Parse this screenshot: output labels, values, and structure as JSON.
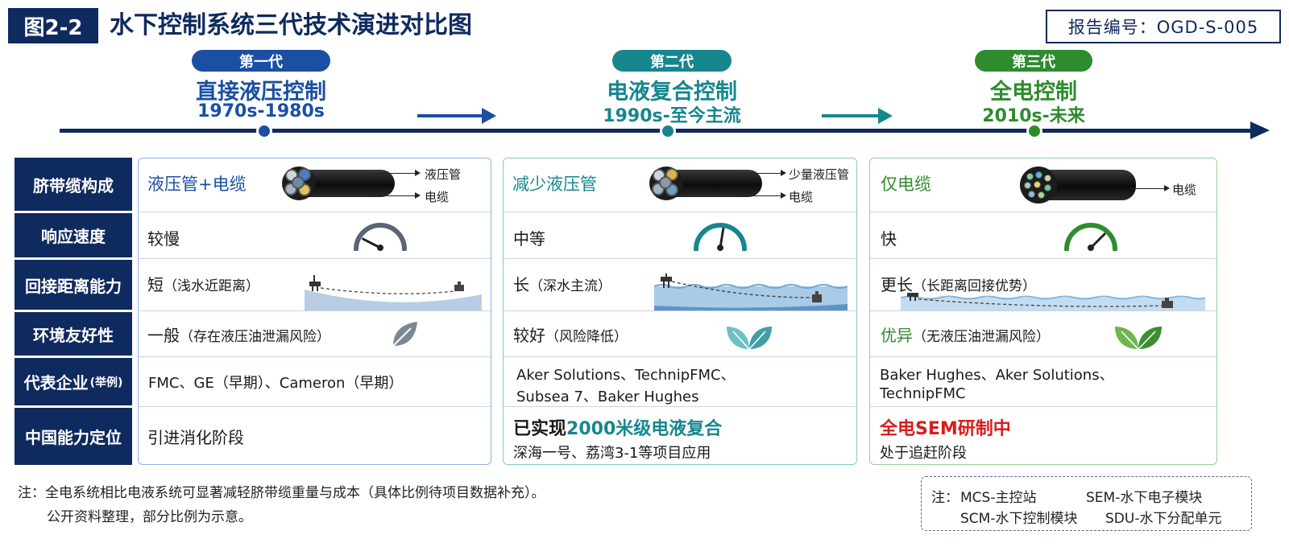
{
  "header": {
    "figure_label": "图2-2",
    "title": "水下控制系统三代技术演进对比图",
    "report_number": "报告编号：OGD-S-005"
  },
  "generations": [
    {
      "badge": "第一代",
      "name": "直接液压控制",
      "years": "1970s-1980s",
      "color": "#1a4fa3"
    },
    {
      "badge": "第二代",
      "name": "电液复合控制",
      "years": "1990s-至今主流",
      "color": "#17868f"
    },
    {
      "badge": "第三代",
      "name": "全电控制",
      "years": "2010s-未来",
      "color": "#2e8b2e"
    }
  ],
  "row_labels": {
    "umbilical": "脐带缆构成",
    "response": "响应速度",
    "tieback": "回接距离能力",
    "environment": "环境友好性",
    "companies": "代表企业",
    "companies_suffix": "(举例)",
    "china": "中国能力定位"
  },
  "columns": [
    {
      "umbilical_lead": "液压管+电缆",
      "umbilical_callouts": [
        "液压管",
        "电缆"
      ],
      "response": "较慢",
      "response_level": 0.15,
      "tieback_lead": "短",
      "tieback_note": "（浅水近距离）",
      "environment_lead": "一般",
      "environment_note": "（存在液压油泄漏风险）",
      "companies_line1": "FMC、GE（早期）、Cameron（早期）",
      "companies_line2": "",
      "china_line1_plain": "引进消化阶段",
      "china_line1_highlight": "",
      "china_line2": ""
    },
    {
      "umbilical_lead": "减少液压管",
      "umbilical_callouts": [
        "少量液压管",
        "电缆"
      ],
      "response": "中等",
      "response_level": 0.55,
      "tieback_lead": "长",
      "tieback_note": "（深水主流）",
      "environment_lead": "较好",
      "environment_note": "（风险降低）",
      "companies_line1": "Aker Solutions、TechnipFMC、",
      "companies_line2": "Subsea 7、Baker Hughes",
      "china_line1_plain": "已实现",
      "china_line1_highlight": "2000米级电液复合",
      "china_line2": "深海一号、荔湾3-1等项目应用"
    },
    {
      "umbilical_lead": "仅电缆",
      "umbilical_callouts": [
        "电缆"
      ],
      "response": "快",
      "response_level": 0.75,
      "tieback_lead": "更长",
      "tieback_note": "（长距离回接优势）",
      "environment_lead": "优异",
      "environment_note": "（无液压油泄漏风险）",
      "companies_line1": "Baker Hughes、Aker Solutions、",
      "companies_line2": "TechnipFMC",
      "china_line1_plain": "",
      "china_line1_highlight": "全电SEM研制中",
      "china_line2": "处于追赶阶段"
    }
  ],
  "colors": {
    "navy": "#0f2a5e",
    "gen1": "#1a4fa3",
    "gen2": "#17868f",
    "gen3": "#2e8b2e",
    "red_highlight": "#d91c1c"
  },
  "notes": {
    "line1": "注：全电系统相比电液系统可显著减轻脐带缆重量与成本（具体比例待项目数据补充）。",
    "line2": "公开资料整理，部分比例为示意。"
  },
  "legend": {
    "prefix": "注：",
    "items": [
      "MCS-主控站",
      "SEM-水下电子模块",
      "SCM-水下控制模块",
      "SDU-水下分配单元"
    ]
  },
  "icons": {
    "cable": "umbilical-cable-icon",
    "gauge": "speed-gauge-icon",
    "scene": "subsea-tieback-scene",
    "leaf": "leaf-icon"
  }
}
